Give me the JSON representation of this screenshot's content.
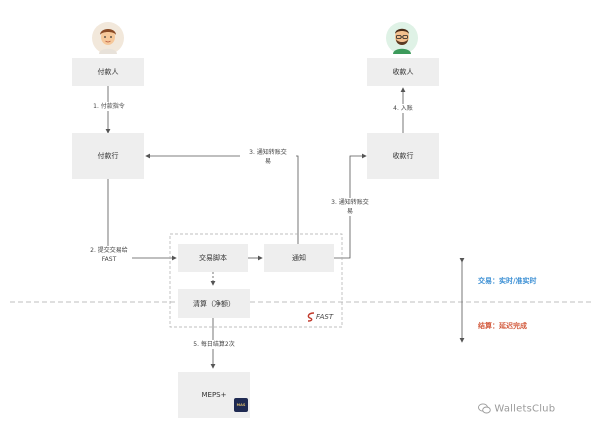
{
  "nodes": {
    "payer": "付款人",
    "payer_bank": "付款行",
    "payee": "收款人",
    "payee_bank": "收款行",
    "trade_script": "交易脚本",
    "notify": "通知",
    "clearing": "清算（净额）",
    "meps": "MEPS+"
  },
  "edges": {
    "step1": "1. 付款指令",
    "step2_l1": "2. 提交交易给",
    "step2_l2": "FAST",
    "step3_left_l1": "3. 通知转账交",
    "step3_left_l2": "易",
    "step3_right_l1": "3. 通知转账交",
    "step3_right_l2": "易",
    "step4": "4. 入账",
    "step5": "5. 每日结算2次"
  },
  "legend": {
    "top": "交易：实时/准实时",
    "bottom": "结算：延迟完成"
  },
  "logos": {
    "fast": "FAST",
    "meps_badge": "MAS"
  },
  "brand": {
    "watermark": "WalletsClub"
  },
  "colors": {
    "box": "#eeeeee",
    "line": "#555555",
    "legend_top": "#3b8fd4",
    "legend_bottom": "#d35b3e"
  }
}
